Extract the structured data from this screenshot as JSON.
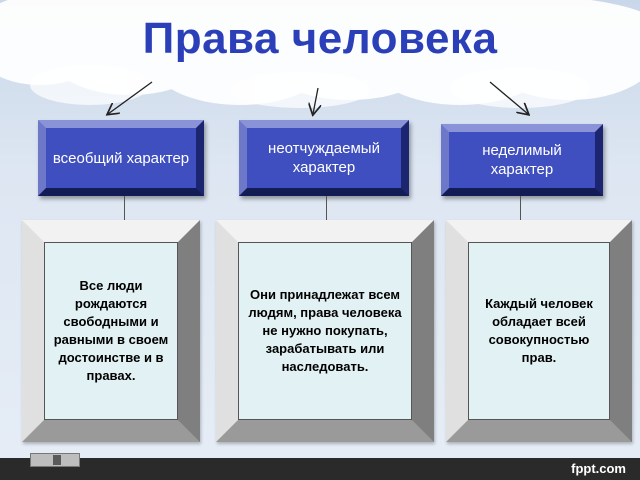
{
  "title": "Права человека",
  "boxes": [
    {
      "label": "всеобщий характер"
    },
    {
      "label": "неотчуждаемый характер"
    },
    {
      "label": "неделимый характер"
    }
  ],
  "descriptions": [
    "Все люди рождаются свободными и равными в своем достоинстве и в правах.",
    "Они принадлежат всем людям, права человека не нужно покупать, зарабатывать или наследовать.",
    "Каждый человек обладает всей совокупностью прав."
  ],
  "footer": {
    "brand": "fppt.com"
  }
}
